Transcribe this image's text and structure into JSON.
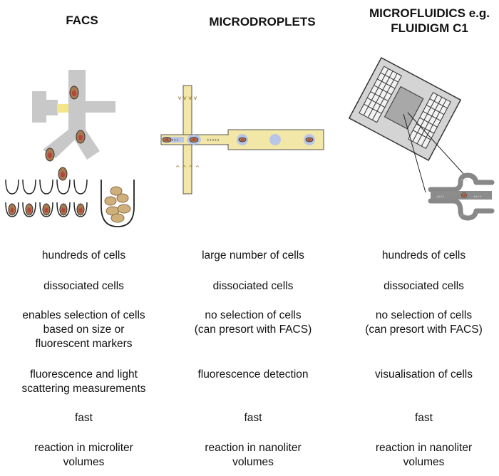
{
  "columns": [
    {
      "title": "FACS",
      "rows": [
        "hundreds of cells",
        "dissociated cells",
        "enables selection of cells\nbased on size or\nfluorescent markers",
        "fluorescence and light\nscattering measurements",
        "fast",
        "reaction in microliter\nvolumes"
      ]
    },
    {
      "title": "MICRODROPLETS",
      "rows": [
        "large number of cells",
        "dissociated cells",
        "no selection of cells\n(can presort with FACS)",
        "fluorescence detection",
        "fast",
        "reaction in nanoliter\nvolumes"
      ]
    },
    {
      "title": "MICROFLUIDICS\ne.g. FLUIDIGM C1",
      "rows": [
        "hundreds of cells",
        "dissociated cells",
        "no selection of cells\n(can presort with FACS)",
        "visualisation of cells",
        "fast",
        "reaction in nanoliter\nvolumes"
      ]
    }
  ],
  "colors": {
    "instrument_gray": "#c8c8c8",
    "laser_yellow": "#f3e58a",
    "channel_yellow": "#f3e7a8",
    "cell_brown": "#a9794f",
    "nucleus_red": "#b5443a",
    "droplet_blue": "#b8c5e6"
  }
}
